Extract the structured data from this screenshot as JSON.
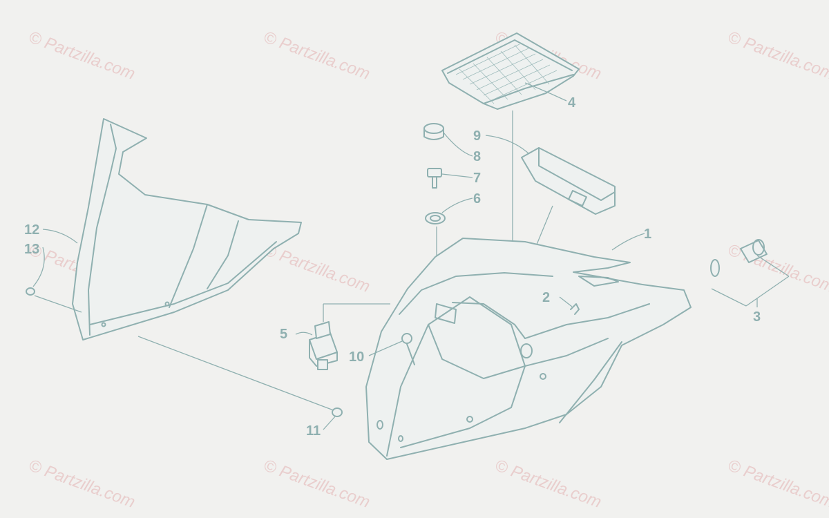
{
  "watermark": "© Partzilla.com",
  "callouts": {
    "c1": "1",
    "c2": "2",
    "c3": "3",
    "c4": "4",
    "c5": "5",
    "c6": "6",
    "c7": "7",
    "c8": "8",
    "c9": "9",
    "c10": "10",
    "c11": "11",
    "c12": "12",
    "c13": "13"
  },
  "colors": {
    "line": "#8fb0b0",
    "background": "#f1f1ef",
    "watermark": "#e8c8c8"
  }
}
